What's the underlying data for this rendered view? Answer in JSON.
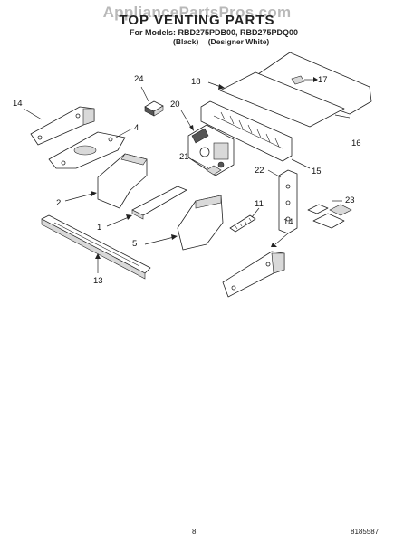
{
  "header": {
    "watermark": "AppliancePartsPros.com",
    "title": "TOP VENTING PARTS",
    "models": "For Models: RBD275PDB00, RBD275PDQ00",
    "finish_black": "(Black)",
    "finish_designer": "(Designer White)"
  },
  "callouts": {
    "c1": "1",
    "c2": "2",
    "c4": "4",
    "c5": "5",
    "c11": "11",
    "c13": "13",
    "c14a": "14",
    "c14b": "14",
    "c15": "15",
    "c16": "16",
    "c17": "17",
    "c18": "18",
    "c20": "20",
    "c21": "21",
    "c22": "22",
    "c23": "23",
    "c24": "24"
  },
  "footer": {
    "page_number": "8",
    "doc_number": "8185587"
  }
}
